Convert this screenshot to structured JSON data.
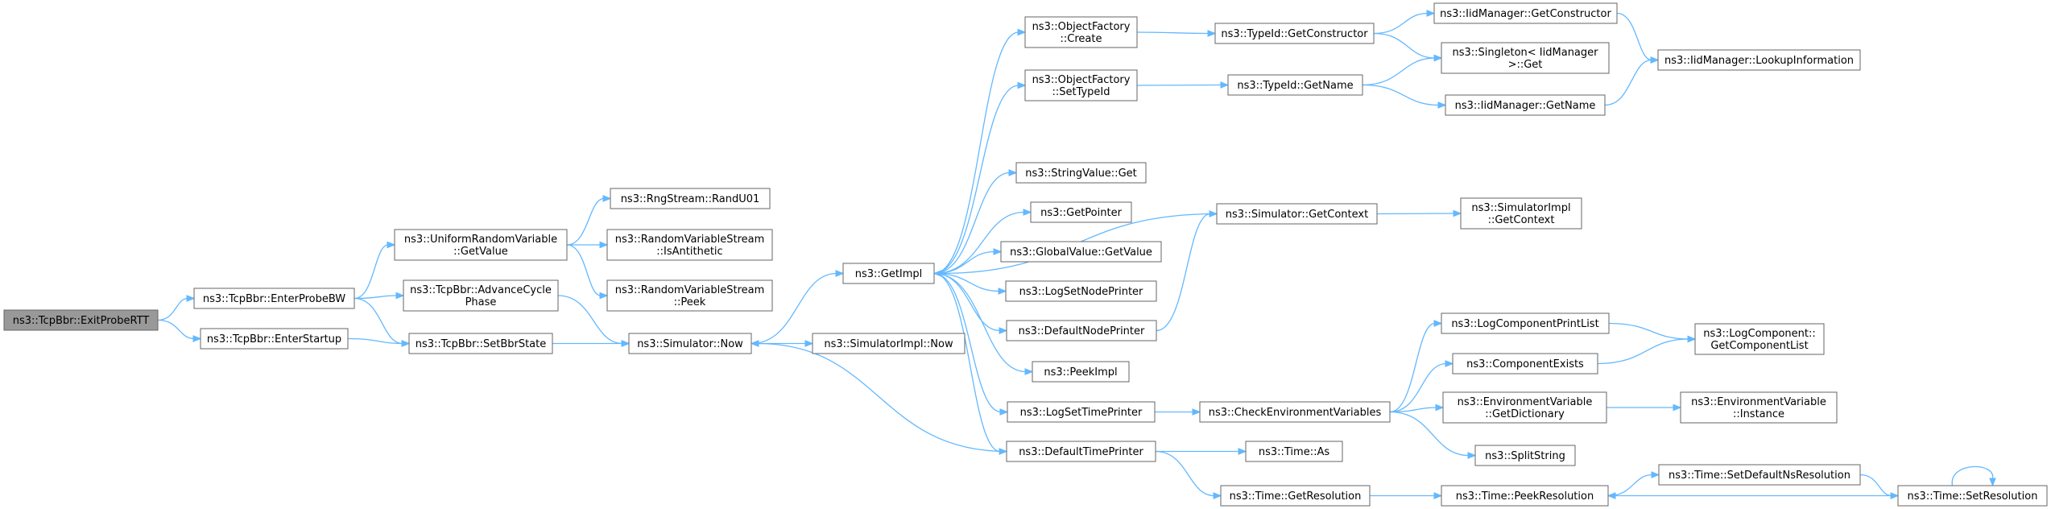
{
  "diagram": {
    "title": "",
    "nodes": [
      {
        "id": "exitprobertt",
        "lines": [
          "ns3::TcpBbr::ExitProbeRTT"
        ]
      },
      {
        "id": "enterprobebw",
        "lines": [
          "ns3::TcpBbr::EnterProbeBW"
        ]
      },
      {
        "id": "enterstartup",
        "lines": [
          "ns3::TcpBbr::EnterStartup"
        ]
      },
      {
        "id": "urv-getvalue",
        "lines": [
          "ns3::UniformRandomVariable",
          "::GetValue"
        ]
      },
      {
        "id": "advancecyclephase",
        "lines": [
          "ns3::TcpBbr::AdvanceCycle",
          "Phase"
        ]
      },
      {
        "id": "setbbrstate",
        "lines": [
          "ns3::TcpBbr::SetBbrState"
        ]
      },
      {
        "id": "randu01",
        "lines": [
          "ns3::RngStream::RandU01"
        ]
      },
      {
        "id": "isantithetic",
        "lines": [
          "ns3::RandomVariableStream",
          "::IsAntithetic"
        ]
      },
      {
        "id": "peek",
        "lines": [
          "ns3::RandomVariableStream",
          "::Peek"
        ]
      },
      {
        "id": "simulator-now",
        "lines": [
          "ns3::Simulator::Now"
        ]
      },
      {
        "id": "getimpl",
        "lines": [
          "ns3::GetImpl"
        ]
      },
      {
        "id": "simulatorimpl-now",
        "lines": [
          "ns3::SimulatorImpl::Now"
        ]
      },
      {
        "id": "of-create",
        "lines": [
          "ns3::ObjectFactory",
          "::Create"
        ]
      },
      {
        "id": "of-settypeid",
        "lines": [
          "ns3::ObjectFactory",
          "::SetTypeId"
        ]
      },
      {
        "id": "stringvalue-get",
        "lines": [
          "ns3::StringValue::Get"
        ]
      },
      {
        "id": "getpointer",
        "lines": [
          "ns3::GetPointer"
        ]
      },
      {
        "id": "globalvalue-getvalue",
        "lines": [
          "ns3::GlobalValue::GetValue"
        ]
      },
      {
        "id": "logsetnodeprinter",
        "lines": [
          "ns3::LogSetNodePrinter"
        ]
      },
      {
        "id": "defaultnodeprinter",
        "lines": [
          "ns3::DefaultNodePrinter"
        ]
      },
      {
        "id": "peekimpl",
        "lines": [
          "ns3::PeekImpl"
        ]
      },
      {
        "id": "logsettimeprinter",
        "lines": [
          "ns3::LogSetTimePrinter"
        ]
      },
      {
        "id": "defaulttimeprinter",
        "lines": [
          "ns3::DefaultTimePrinter"
        ]
      },
      {
        "id": "typeid-getconstructor",
        "lines": [
          "ns3::TypeId::GetConstructor"
        ]
      },
      {
        "id": "typeid-getname",
        "lines": [
          "ns3::TypeId::GetName"
        ]
      },
      {
        "id": "simulator-getcontext",
        "lines": [
          "ns3::Simulator::GetContext"
        ]
      },
      {
        "id": "checkenvvars",
        "lines": [
          "ns3::CheckEnvironmentVariables"
        ]
      },
      {
        "id": "time-as",
        "lines": [
          "ns3::Time::As"
        ]
      },
      {
        "id": "time-getresolution",
        "lines": [
          "ns3::Time::GetResolution"
        ]
      },
      {
        "id": "iidmanager-getconstructor",
        "lines": [
          "ns3::IidManager::GetConstructor"
        ]
      },
      {
        "id": "singleton-get",
        "lines": [
          "ns3::Singleton< IidManager",
          ">::Get"
        ]
      },
      {
        "id": "iidmanager-getname",
        "lines": [
          "ns3::IidManager::GetName"
        ]
      },
      {
        "id": "iidmanager-lookupinformation",
        "lines": [
          "ns3::IidManager::LookupInformation"
        ]
      },
      {
        "id": "simulatorimpl-getcontext",
        "lines": [
          "ns3::SimulatorImpl",
          "::GetContext"
        ]
      },
      {
        "id": "logcomponentprintlist",
        "lines": [
          "ns3::LogComponentPrintList"
        ]
      },
      {
        "id": "componentexists",
        "lines": [
          "ns3::ComponentExists"
        ]
      },
      {
        "id": "envvar-getdictionary",
        "lines": [
          "ns3::EnvironmentVariable",
          "::GetDictionary"
        ]
      },
      {
        "id": "splitstring",
        "lines": [
          "ns3::SplitString"
        ]
      },
      {
        "id": "time-peekresolution",
        "lines": [
          "ns3::Time::PeekResolution"
        ]
      },
      {
        "id": "logcomponent-getcomponentlist",
        "lines": [
          "ns3::LogComponent::",
          "GetComponentList"
        ]
      },
      {
        "id": "envvar-instance",
        "lines": [
          "ns3::EnvironmentVariable",
          "::Instance"
        ]
      },
      {
        "id": "time-setdefaultnsresolution",
        "lines": [
          "ns3::Time::SetDefaultNsResolution"
        ]
      },
      {
        "id": "time-setresolution",
        "lines": [
          "ns3::Time::SetResolution"
        ]
      }
    ],
    "edges": [
      [
        "exitprobertt",
        "enterprobebw"
      ],
      [
        "exitprobertt",
        "enterstartup"
      ],
      [
        "enterprobebw",
        "urv-getvalue"
      ],
      [
        "enterprobebw",
        "advancecyclephase"
      ],
      [
        "enterprobebw",
        "setbbrstate"
      ],
      [
        "enterstartup",
        "setbbrstate"
      ],
      [
        "urv-getvalue",
        "randu01"
      ],
      [
        "urv-getvalue",
        "isantithetic"
      ],
      [
        "urv-getvalue",
        "peek"
      ],
      [
        "advancecyclephase",
        "simulator-now"
      ],
      [
        "setbbrstate",
        "simulator-now"
      ],
      [
        "simulator-now",
        "getimpl"
      ],
      [
        "simulator-now",
        "simulatorimpl-now"
      ],
      [
        "getimpl",
        "of-create"
      ],
      [
        "getimpl",
        "of-settypeid"
      ],
      [
        "getimpl",
        "stringvalue-get"
      ],
      [
        "getimpl",
        "getpointer"
      ],
      [
        "getimpl",
        "globalvalue-getvalue"
      ],
      [
        "getimpl",
        "logsetnodeprinter"
      ],
      [
        "getimpl",
        "defaultnodeprinter"
      ],
      [
        "getimpl",
        "peekimpl"
      ],
      [
        "getimpl",
        "logsettimeprinter"
      ],
      [
        "getimpl",
        "defaulttimeprinter"
      ],
      [
        "of-create",
        "typeid-getconstructor"
      ],
      [
        "of-settypeid",
        "typeid-getname"
      ],
      [
        "typeid-getconstructor",
        "iidmanager-getconstructor"
      ],
      [
        "typeid-getconstructor",
        "singleton-get"
      ],
      [
        "typeid-getname",
        "singleton-get"
      ],
      [
        "typeid-getname",
        "iidmanager-getname"
      ],
      [
        "iidmanager-getconstructor",
        "iidmanager-lookupinformation"
      ],
      [
        "iidmanager-getname",
        "iidmanager-lookupinformation"
      ],
      [
        "simulator-getcontext",
        "getimpl"
      ],
      [
        "simulator-getcontext",
        "simulatorimpl-getcontext"
      ],
      [
        "defaultnodeprinter",
        "simulator-getcontext"
      ],
      [
        "logsettimeprinter",
        "checkenvvars"
      ],
      [
        "checkenvvars",
        "logcomponentprintlist"
      ],
      [
        "checkenvvars",
        "componentexists"
      ],
      [
        "checkenvvars",
        "envvar-getdictionary"
      ],
      [
        "checkenvvars",
        "splitstring"
      ],
      [
        "logcomponentprintlist",
        "logcomponent-getcomponentlist"
      ],
      [
        "componentexists",
        "logcomponent-getcomponentlist"
      ],
      [
        "envvar-getdictionary",
        "envvar-instance"
      ],
      [
        "defaulttimeprinter",
        "simulator-now"
      ],
      [
        "defaulttimeprinter",
        "time-as"
      ],
      [
        "defaulttimeprinter",
        "time-getresolution"
      ],
      [
        "time-getresolution",
        "time-peekresolution"
      ],
      [
        "time-peekresolution",
        "time-setdefaultnsresolution"
      ],
      [
        "time-setdefaultnsresolution",
        "time-setresolution"
      ],
      [
        "time-setresolution",
        "time-peekresolution"
      ],
      [
        "time-setresolution",
        "time-setresolution"
      ]
    ]
  }
}
